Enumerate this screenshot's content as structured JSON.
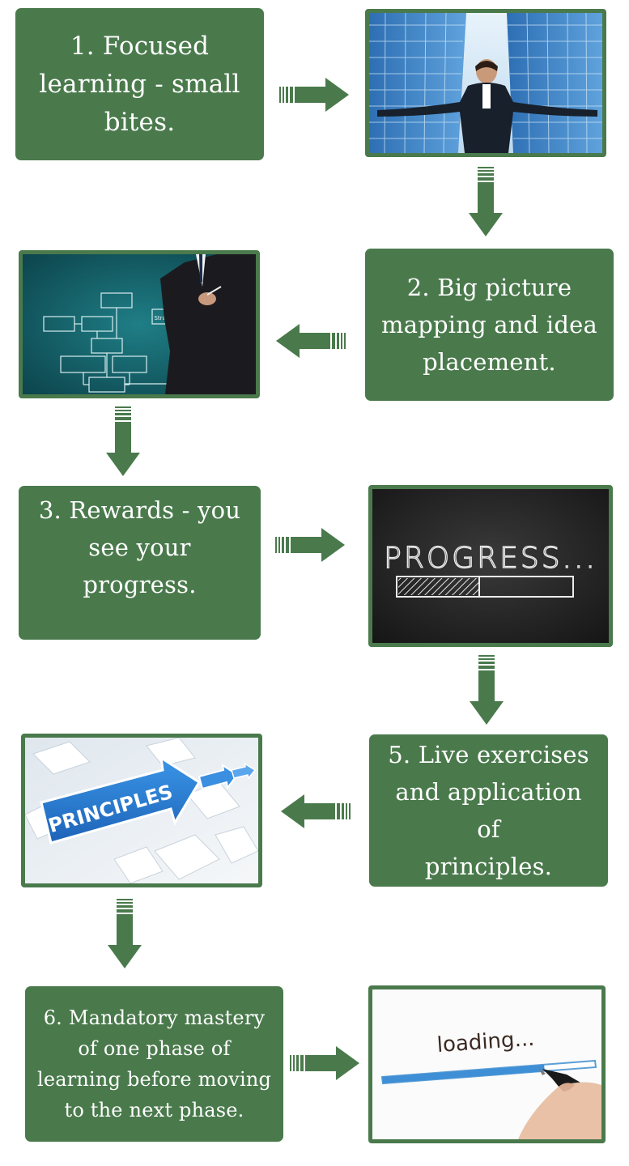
{
  "colors": {
    "box_fill": "#4a7a4c",
    "arrow": "#4a7a4c",
    "background": "#ffffff"
  },
  "steps": [
    {
      "text": "1. Focused\nlearning - small\nbites."
    },
    {
      "text": "2. Big picture\nmapping and idea\nplacement."
    },
    {
      "text": "3. Rewards - you\nsee your progress."
    },
    {
      "text": "5. Live exercises\nand application of\nprinciples."
    },
    {
      "text": "6. Mandatory mastery\nof one phase of\nlearning before moving\nto the next phase."
    }
  ],
  "images": {
    "strategy": {
      "caption": "Strategy Plan"
    },
    "chalkboard": {
      "caption": "PROGRESS..."
    },
    "principles": {
      "caption": "PRINCIPLES"
    },
    "loading": {
      "caption": "loading..."
    }
  },
  "icons": [
    "arrow-right-icon",
    "arrow-down-icon",
    "arrow-left-icon"
  ]
}
